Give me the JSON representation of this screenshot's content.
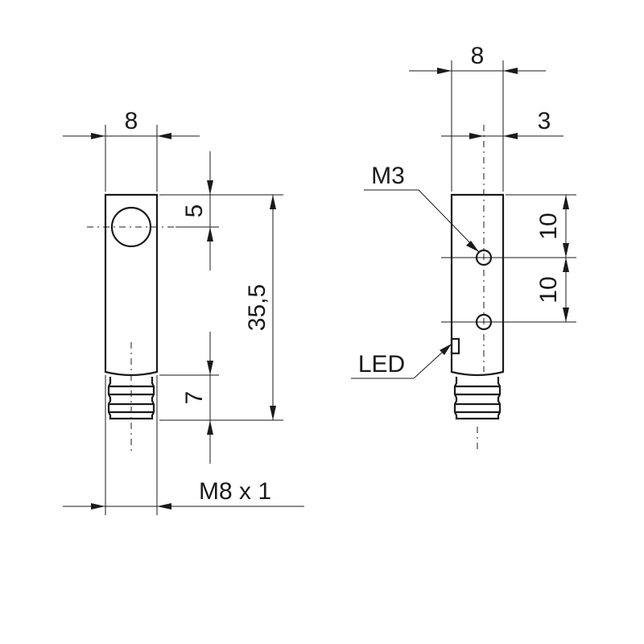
{
  "front_view": {
    "width_dim": "8",
    "hole_offset_dim": "5",
    "length_dim": "35,5",
    "thread_length_dim": "7",
    "thread_label": "M8 x 1"
  },
  "side_view": {
    "width_dim": "8",
    "offset_dim": "3",
    "thread_hole_label": "M3",
    "hole_spacing_dim_1": "10",
    "hole_spacing_dim_2": "10",
    "led_label": "LED"
  }
}
